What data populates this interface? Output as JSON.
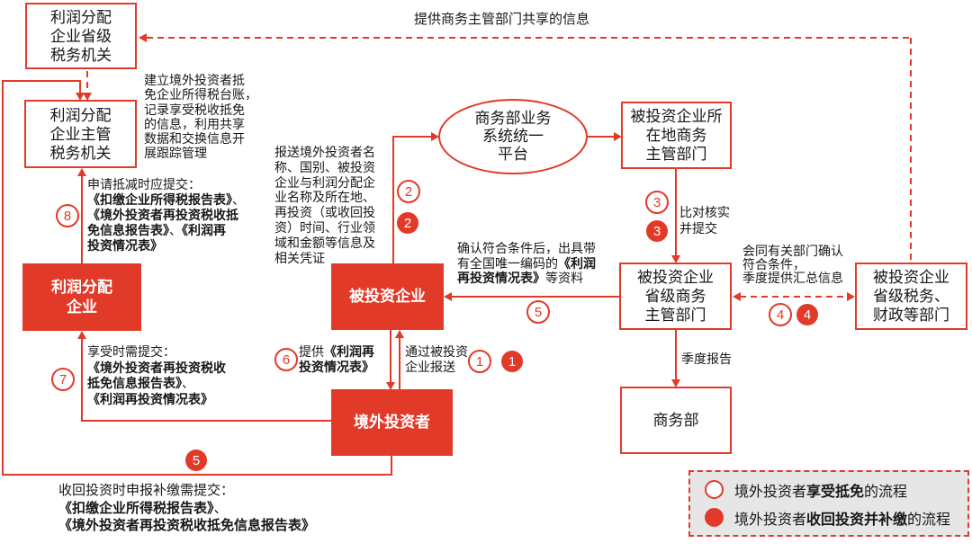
{
  "colors": {
    "accent_red": "#e23a28",
    "text": "#171717",
    "legend_background": "#e6e6e6"
  },
  "nodes": {
    "profit_dist_provincial_tax": "利润分配\n企业省级\n税务机关",
    "profit_dist_incharge_tax": "利润分配\n企业主管\n税务机关",
    "profit_dist_enterprise": "利润分配\n企业",
    "invested_enterprise": "被投资企业",
    "foreign_investor": "境外投资者",
    "mofcom_platform": "商务部业务\n系统统一\n平台",
    "local_commerce_dept": "被投资企业所\n在地商务\n主管部门",
    "provincial_commerce_dept": "被投资企业\n省级商务\n主管部门",
    "provincial_tax_finance_dept": "被投资企业\n省级税务、\n财政等部门",
    "mofcom": "商务部"
  },
  "annotations": {
    "share_info": "提供商务主管部门共享的信息",
    "establish_ledger": "建立境外投资者抵\n免企业所得税台账，\n记录享受税收抵免\n的信息，利用共享\n数据和交换信息开\n展跟踪管理",
    "step8_submit": "申请抵减时应提交：\n《扣缴企业所得税报告表》、\n《境外投资者再投资税收抵\n免信息报告表》、《利润再\n投资情况表》",
    "report_info": "报送境外投资者名\n称、国别、被投资\n企业与利润分配企\n业名称及所在地、\n再投资（或收回投\n资）时间、行业领\n域和金额等信息及\n相关凭证",
    "confirm_issue": "确认符合条件后，出具带\n有全国唯一编码的《利润\n再投资情况表》等资料",
    "verify_submit": "比对核实\n并提交",
    "joint_confirm": "会同有关部门确认\n符合条件，\n季度提供汇总信息",
    "quarterly_report": "季度报告",
    "step6_provide": "提供《利润再\n投资情况表》",
    "step1_via": "通过被投资\n企业报送",
    "step7_submit": "享受时需提交：\n《境外投资者再投资税收\n抵免信息报告表》、\n《利润再投资情况表》",
    "step5_recover": "收回投资时申报补缴需提交：\n《扣缴企业所得税报告表》、\n《境外投资者再投资税收抵免信息报告表》"
  },
  "badges": {
    "n1": "1",
    "n2": "2",
    "n3": "3",
    "n4": "4",
    "n5": "5",
    "n6": "6",
    "n7": "7",
    "n8": "8"
  },
  "legend": {
    "credit_flow": {
      "prefix": "境外投资者",
      "bold": "享受抵免",
      "suffix": "的流程"
    },
    "recover_flow": {
      "prefix": "境外投资者",
      "bold": "收回投资并补缴",
      "suffix": "的流程"
    }
  }
}
